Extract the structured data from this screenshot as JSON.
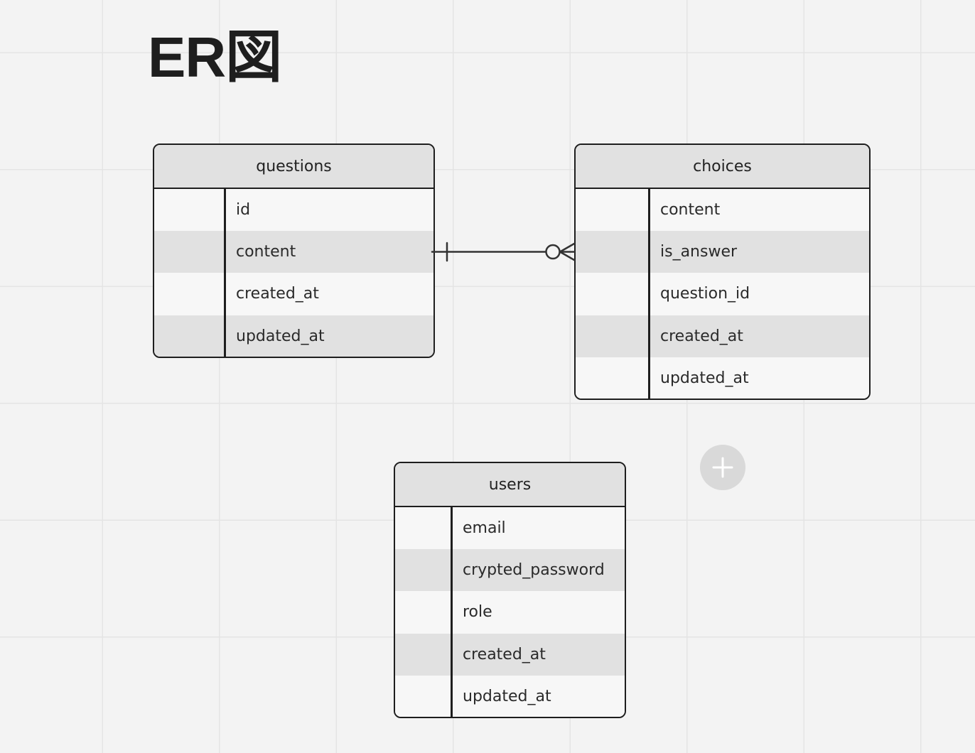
{
  "title": "ER図",
  "entities": {
    "questions": {
      "name": "questions",
      "fields": [
        "id",
        "content",
        "created_at",
        "updated_at"
      ]
    },
    "choices": {
      "name": "choices",
      "fields": [
        "content",
        "is_answer",
        "question_id",
        "created_at",
        "updated_at"
      ]
    },
    "users": {
      "name": "users",
      "fields": [
        "email",
        "crypted_password",
        "role",
        "created_at",
        "updated_at"
      ]
    }
  },
  "relationships": [
    {
      "from": "questions.content",
      "to": "choices.is_answer",
      "from_cardinality": "one",
      "to_cardinality": "zero-or-many"
    }
  ],
  "colors": {
    "canvas": "#f3f3f3",
    "grid": "#e4e4e4",
    "header": "#e1e1e1",
    "row_light": "#f7f7f7",
    "row_dark": "#e1e1e1",
    "stroke": "#1e1e1e",
    "add_button": "#d9d9d9"
  },
  "icons": {
    "add": "plus-icon"
  }
}
